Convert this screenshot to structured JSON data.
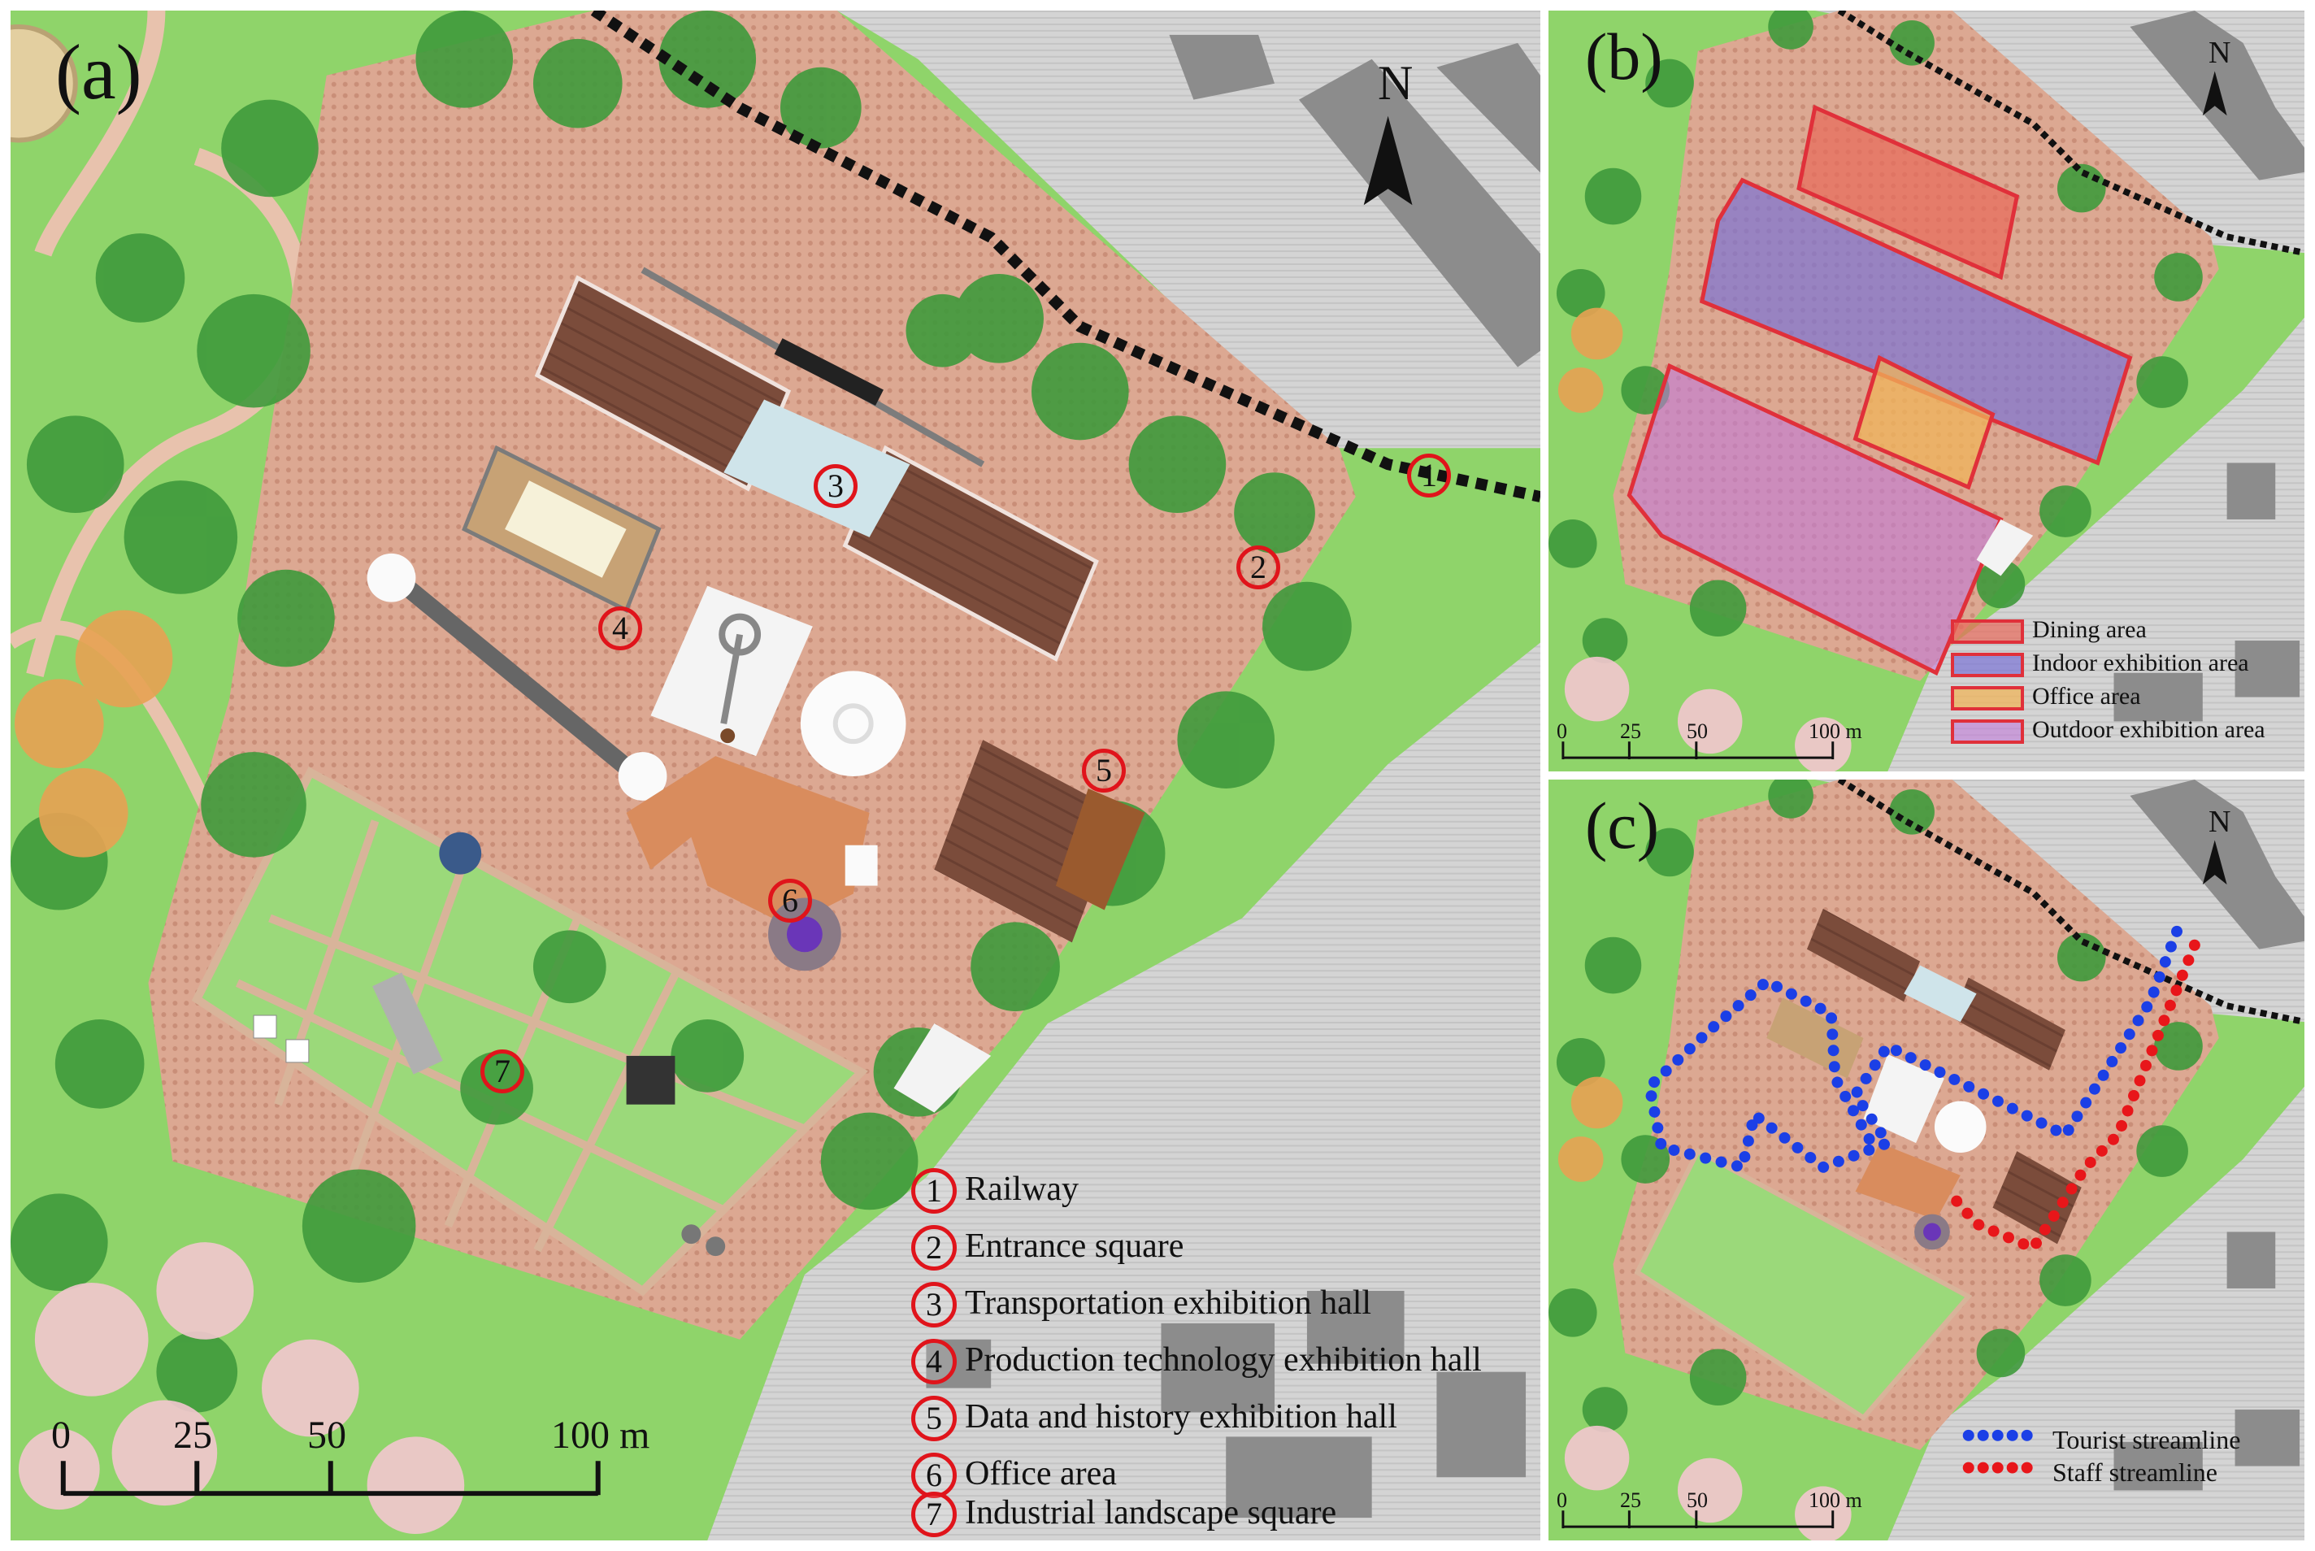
{
  "panels": {
    "a": {
      "letter": "(a)",
      "north": "N"
    },
    "b": {
      "letter": "(b)",
      "north": "N"
    },
    "c": {
      "letter": "(c)",
      "north": "N"
    }
  },
  "callouts": {
    "c1": "1",
    "c2": "2",
    "c3": "3",
    "c4": "4",
    "c5": "5",
    "c6": "6",
    "c7": "7"
  },
  "legend": [
    {
      "num": "1",
      "label": "Railway"
    },
    {
      "num": "2",
      "label": "Entrance square"
    },
    {
      "num": "3",
      "label": "Transportation exhibition hall"
    },
    {
      "num": "4",
      "label": "Production technology exhibition hall"
    },
    {
      "num": "5",
      "label": "Data and history exhibition hall"
    },
    {
      "num": "6",
      "label": "Office area"
    },
    {
      "num": "7",
      "label": "Industrial landscape square"
    }
  ],
  "scale_a": {
    "t0": "0",
    "t1": "25",
    "t2": "50",
    "t3": "100 m"
  },
  "scale_small": {
    "t0": "0",
    "t1": "25",
    "t2": "50",
    "t3": "100 m"
  },
  "zones": [
    {
      "label": "Dining area",
      "fill": "#e86a5a",
      "stroke": "#e0303a"
    },
    {
      "label": "Indoor exhibition area",
      "fill": "#7a74d6",
      "stroke": "#e0303a"
    },
    {
      "label": "Office area",
      "fill": "#f0b45a",
      "stroke": "#e0303a"
    },
    {
      "label": "Outdoor exhibition area",
      "fill": "#c27ad8",
      "stroke": "#e0303a"
    }
  ],
  "streamlines": [
    {
      "label": "Tourist streamline",
      "color": "#1b3fe6"
    },
    {
      "label": "Staff streamline",
      "color": "#e8161a"
    }
  ],
  "colors": {
    "grass": "#8fd46a",
    "paving": "#d9a48c",
    "roof_brown": "#7a4a3a",
    "gray_ground": "#cfcfcf",
    "building_gray": "#8c8c8c",
    "tree": "#3e9c3a",
    "callout_red": "#e0141b"
  }
}
